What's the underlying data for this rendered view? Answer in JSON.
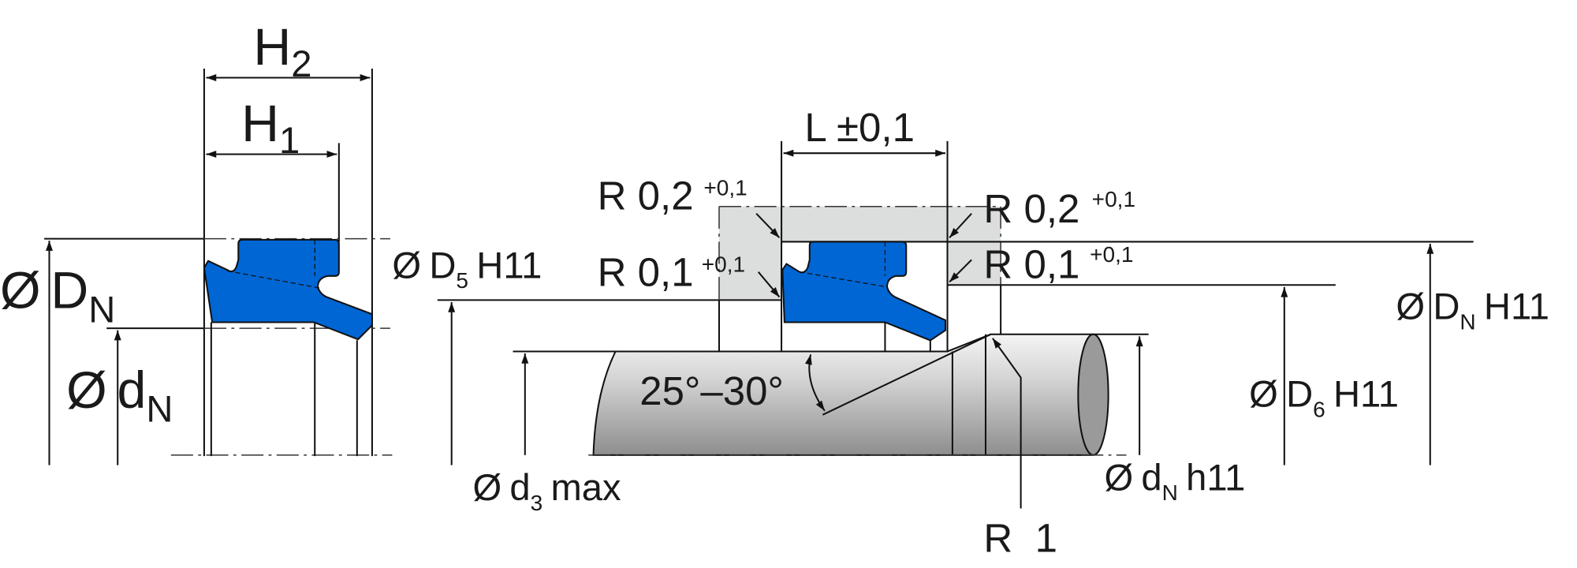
{
  "colors": {
    "seal": "#0066d4",
    "housing": "#dcdedd",
    "shaft_light": "#f2f2f2",
    "shaft_dark": "#8e8e8e"
  },
  "seal_view": {
    "h2": {
      "main": "H",
      "sub": "2"
    },
    "h1": {
      "main": "H",
      "sub": "1"
    },
    "outer_dia": {
      "sym": "Ø",
      "main": "D",
      "sub": "N"
    },
    "inner_dia": {
      "sym": "Ø",
      "main": "d",
      "sub": "N"
    }
  },
  "install_view": {
    "d5": {
      "sym": "Ø",
      "main": "D",
      "sub": "5",
      "tol": "H11"
    },
    "groove_length": "L ±0,1",
    "r_top_left": {
      "main": "R 0,2",
      "tol": "+0,1"
    },
    "r_bottom_left": {
      "main": "R 0,1",
      "tol": "+0,1"
    },
    "r_top_right": {
      "main": "R 0,2",
      "tol": "+0,1"
    },
    "r_bottom_right": {
      "main": "R 0,1",
      "tol": "+0,1"
    },
    "chamfer_angle": "25°–30°",
    "d3": {
      "sym": "Ø",
      "main": "d",
      "sub": "3",
      "tol": "max"
    },
    "dn_shaft": {
      "sym": "Ø",
      "main": "d",
      "sub": "N",
      "tol": "h11"
    },
    "d6": {
      "sym": "Ø",
      "main": "D",
      "sub": "6",
      "tol": "H11"
    },
    "dn_bore": {
      "sym": "Ø",
      "main": "D",
      "sub": "N",
      "tol": "H11"
    },
    "radius": "R  1"
  }
}
